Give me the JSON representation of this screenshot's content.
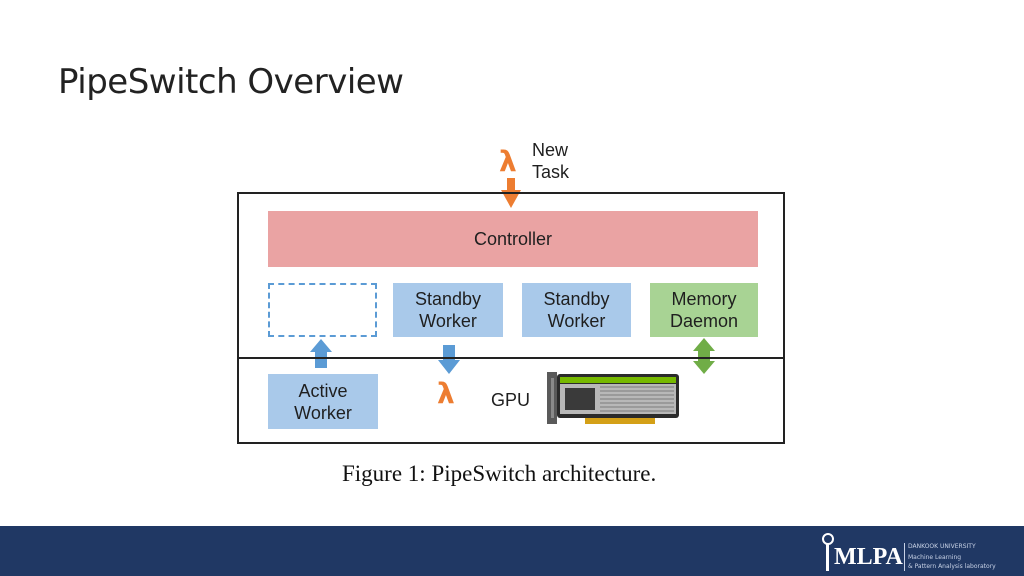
{
  "slide": {
    "title": "PipeSwitch Overview"
  },
  "diagram": {
    "new_task_label": "New\nTask",
    "lambda_symbol": "λ",
    "controller_label": "Controller",
    "standby_worker_label_1": "Standby\nWorker",
    "standby_worker_label_2": "Standby\nWorker",
    "memory_daemon_label": "Memory\nDaemon",
    "active_worker_label": "Active\nWorker",
    "gpu_label": "GPU",
    "caption": "Figure 1: PipeSwitch architecture."
  },
  "colors": {
    "controller": "#eaa3a3",
    "worker": "#a9c9ea",
    "memory_daemon": "#a8d394",
    "orange_arrow": "#ed7d31",
    "blue_arrow": "#5b9bd5",
    "green_arrow": "#70ad47",
    "footer": "#203864"
  },
  "footer": {
    "logo_text": "MLPA",
    "university": "DANKOOK UNIVERSITY",
    "lab_line1": "Machine Learning",
    "lab_line2": "& Pattern Analysis laboratory"
  }
}
